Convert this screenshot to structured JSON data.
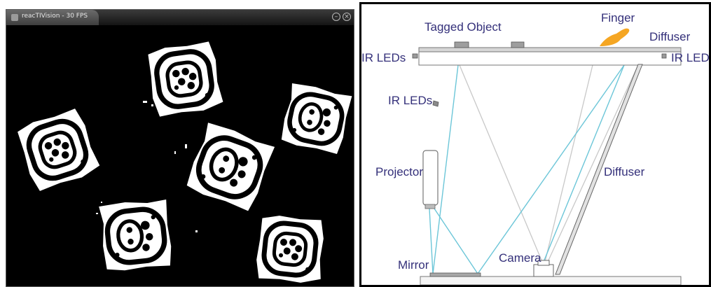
{
  "reactivision_window": {
    "title": "reacTIVision - 30 FPS",
    "minimize_icon": "circle-minimize-icon",
    "close_icon": "close-x-icon"
  },
  "diagram": {
    "labels": {
      "tagged_object": "Tagged Object",
      "finger": "Finger",
      "diffuser_top": "Diffuser",
      "ir_leds_left": "IR LEDs",
      "ir_leds_right": "IR LEDs",
      "ir_leds_mid": "IR LEDs",
      "projector": "Projector",
      "diffuser_side": "Diffuser",
      "mirror": "Mirror",
      "camera": "Camera"
    },
    "colors": {
      "label_text": "#34307a",
      "projection_lines": "#6cc6d8",
      "camera_lines": "#c8c8c8",
      "finger": "#f5a623"
    }
  }
}
